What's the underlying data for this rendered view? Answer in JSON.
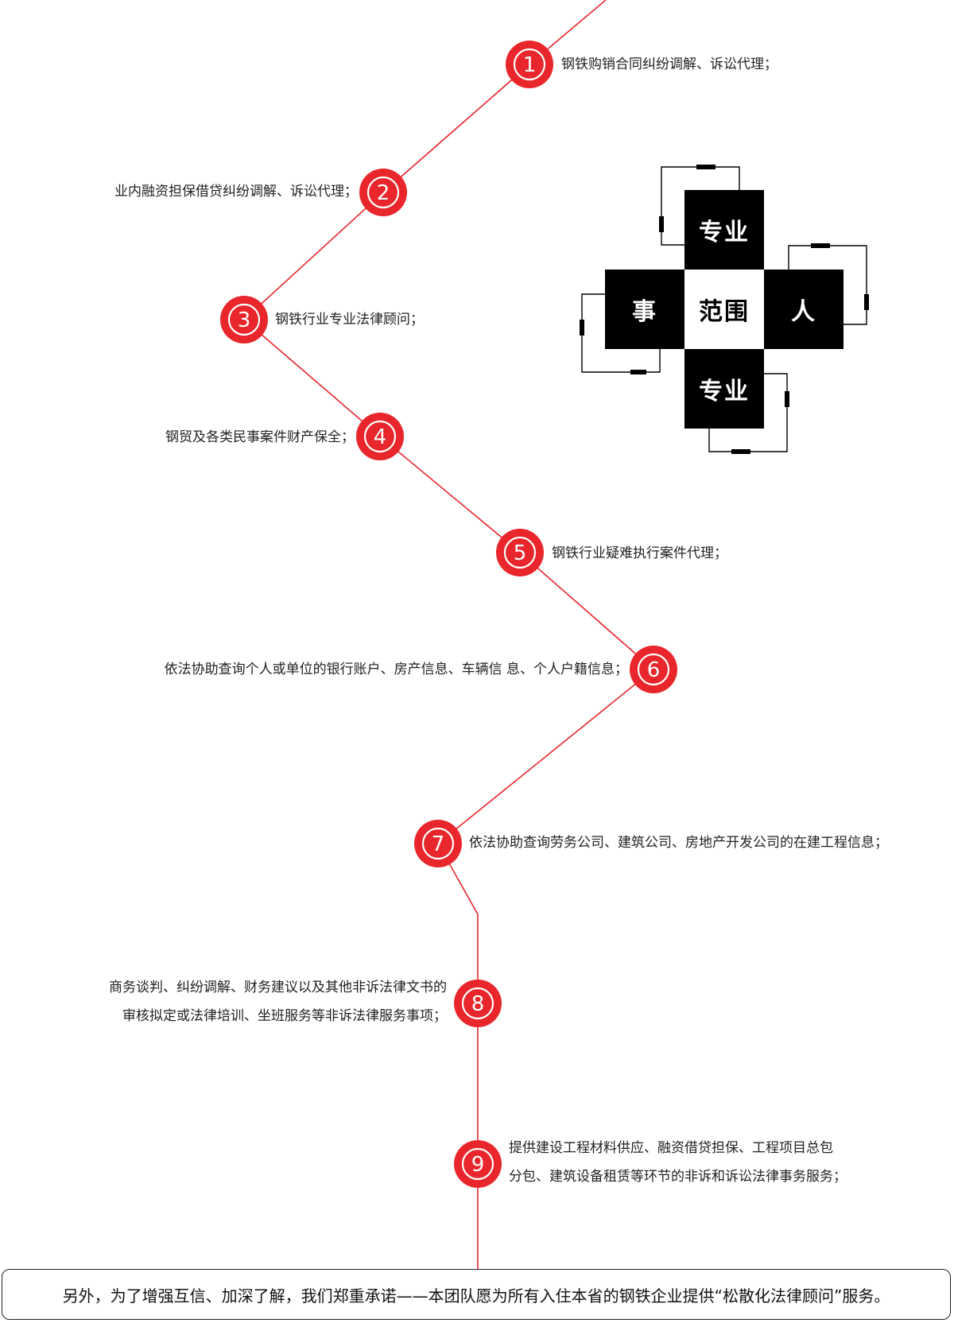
{
  "colors": {
    "accent": "#e8262b",
    "dark": "#000000",
    "text": "#222222"
  },
  "steps": [
    {
      "number": "1",
      "lines": [
        "钢铁购销合同纠纷调解、诉讼代理；"
      ]
    },
    {
      "number": "2",
      "lines": [
        "业内融资担保借贷纠纷调解、诉讼代理；"
      ]
    },
    {
      "number": "3",
      "lines": [
        "钢铁行业专业法律顾问；"
      ]
    },
    {
      "number": "4",
      "lines": [
        "钢贸及各类民事案件财产保全；"
      ]
    },
    {
      "number": "5",
      "lines": [
        "钢铁行业疑难执行案件代理；"
      ]
    },
    {
      "number": "6",
      "lines": [
        "依法协助查询个人或单位的银行账户、房产信息、车辆信 息、个人户籍信息；"
      ]
    },
    {
      "number": "7",
      "lines": [
        "依法协助查询劳务公司、建筑公司、房地产开发公司的在建工程信息；"
      ]
    },
    {
      "number": "8",
      "lines": [
        "商务谈判、纠纷调解、财务建议以及其他非诉法律文书的",
        "审核拟定或法律培训、坐班服务等非诉法律服务事项；"
      ]
    },
    {
      "number": "9",
      "lines": [
        "提供建设工程材料供应、融资借贷担保、工程项目总包",
        "分包、建筑设备租赁等环节的非诉和诉讼法律事务服务；"
      ]
    }
  ],
  "cross": {
    "top": "专业",
    "left": "事",
    "center": "范围",
    "right": "人",
    "bottom": "专业"
  },
  "footer": "另外，为了增强互信、加深了解，我们郑重承诺——本团队愿为所有入住本省的钢铁企业提供“松散化法律顾问”服务。"
}
